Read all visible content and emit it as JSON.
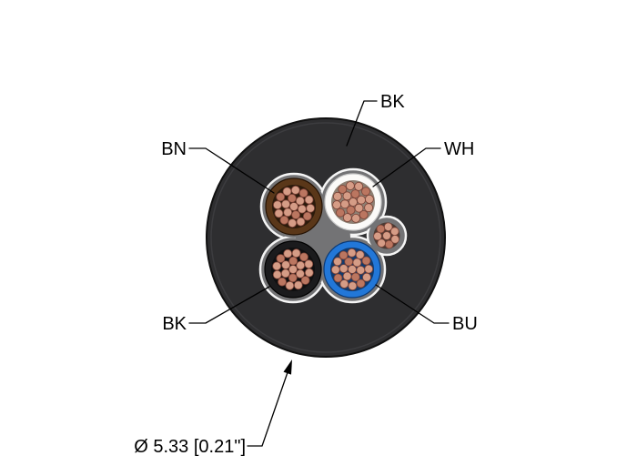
{
  "diagram": {
    "type": "cable-cross-section",
    "labels": {
      "jacket": "BK",
      "brown": "BN",
      "white": "WH",
      "black": "BK",
      "blue": "BU",
      "diameter": "Ø 5.33 [0.21\"]"
    },
    "colors": {
      "background": "#ffffff",
      "line": "#000000",
      "jacket": "#2e2e30",
      "jacket_outline": "#101010",
      "jacket_sheen": "#3c3c3f",
      "filler": "#737375",
      "tape": "#f5f5f5",
      "insulation_brown": "#5a3719",
      "insulation_white": "#fbfaf8",
      "insulation_black": "#1b1b1d",
      "insulation_blue": "#2277d8",
      "inner_brown": "#2b1a0b",
      "inner_white": "#8d7f72",
      "inner_black": "#0f0f10",
      "inner_blue": "#113a6d",
      "drain_backdrop": "#4a3a33",
      "copper": "#d59c86",
      "copper_dark": "#bb7660",
      "copper_stroke": "#7a4135"
    }
  }
}
